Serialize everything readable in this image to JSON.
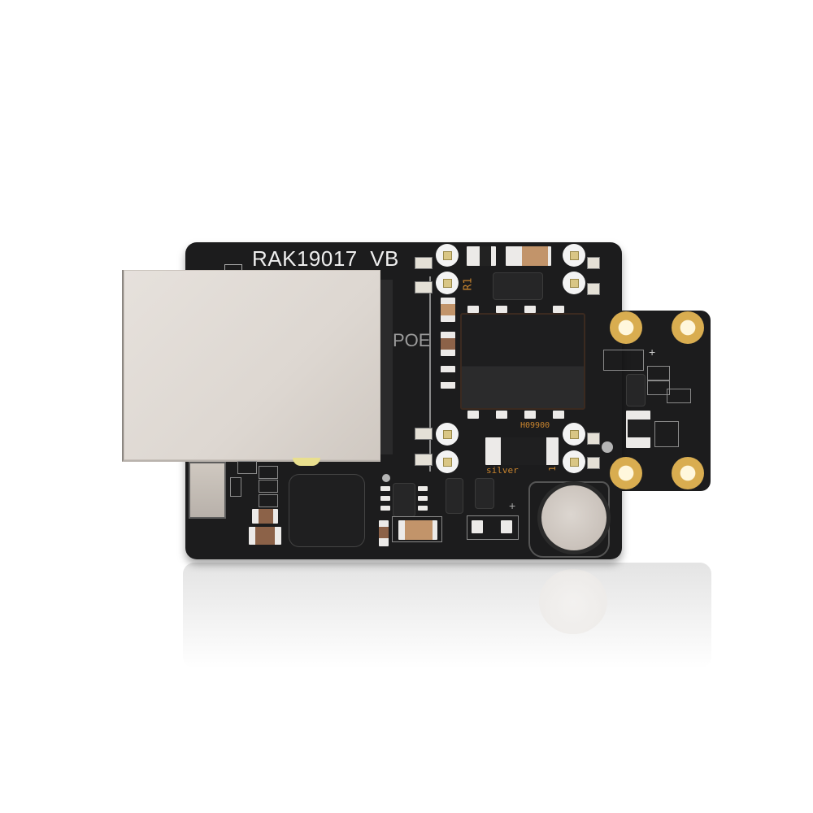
{
  "image": {
    "type": "product-photo",
    "subject": "PoE module printed circuit board",
    "background": "#ffffff",
    "board_color": "#1c1c1d"
  },
  "silkscreen": {
    "board_name": "RAK19017",
    "board_variant": "VB",
    "title_line": "RAK19017  VB",
    "side_label": "POE",
    "resistor_label": "R1",
    "transformer_code": "H09900",
    "solder_label": "silver",
    "pin1_marker": "1",
    "polarity_plus_battery": "+",
    "polarity_plus_tab": "+"
  },
  "components": {
    "rj45_jack": {
      "color": "#e2ddd8"
    },
    "coin_cell": {
      "color": "#cfc8c1"
    },
    "mounting_holes": 4,
    "gold_color": "#d9ad50",
    "silk_orange": "#c8842e"
  }
}
